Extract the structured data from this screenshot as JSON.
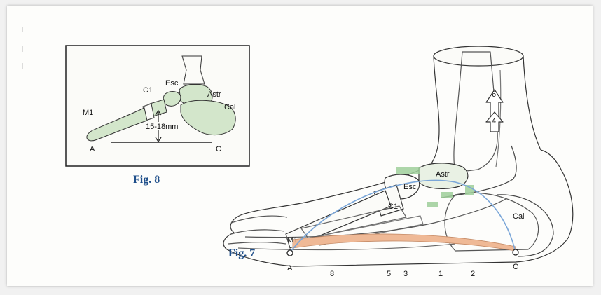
{
  "fig8": {
    "caption": "Fig. 8",
    "labels": {
      "m1": "M1",
      "c1": "C1",
      "esc": "Esc",
      "astr": "Astr",
      "cal": "Cal",
      "a": "A",
      "c": "C",
      "height": "15-18mm"
    }
  },
  "fig7": {
    "caption": "Fig. 7",
    "labels": {
      "m1": "M1",
      "c1": "C1",
      "esc": "Esc",
      "astr": "Astr",
      "cal": "Cal",
      "a": "A",
      "c": "C",
      "six": "6",
      "four": "4"
    },
    "scale": [
      "8",
      "5",
      "3",
      "1",
      "2"
    ]
  },
  "colors": {
    "bone_fill": "#cfe3c6",
    "arch_line": "#7aa6d8",
    "fascia": "#efb996",
    "caption": "#1f4f8a",
    "outline": "#222222"
  }
}
